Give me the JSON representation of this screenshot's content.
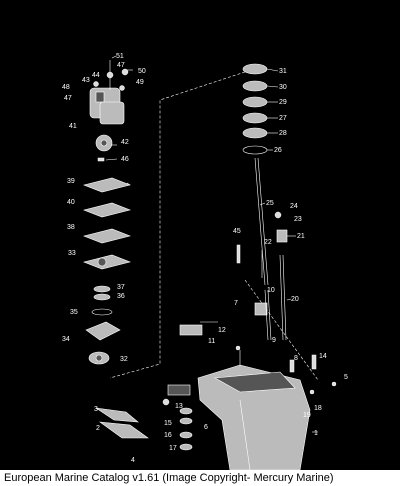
{
  "caption": "European Marine Catalog v1.61 (Image Copyright- Mercury Marine)",
  "callouts": [
    "1",
    "2",
    "3",
    "4",
    "5",
    "6",
    "7",
    "8",
    "9",
    "10",
    "11",
    "12",
    "13",
    "14",
    "15",
    "16",
    "17",
    "18",
    "19",
    "20",
    "21",
    "22",
    "23",
    "24",
    "25",
    "26",
    "27",
    "28",
    "29",
    "30",
    "31",
    "32",
    "33",
    "34",
    "35",
    "36",
    "37",
    "38",
    "39",
    "40",
    "41",
    "42",
    "43",
    "44",
    "45",
    "46",
    "47",
    "48",
    "49",
    "50",
    "51"
  ]
}
